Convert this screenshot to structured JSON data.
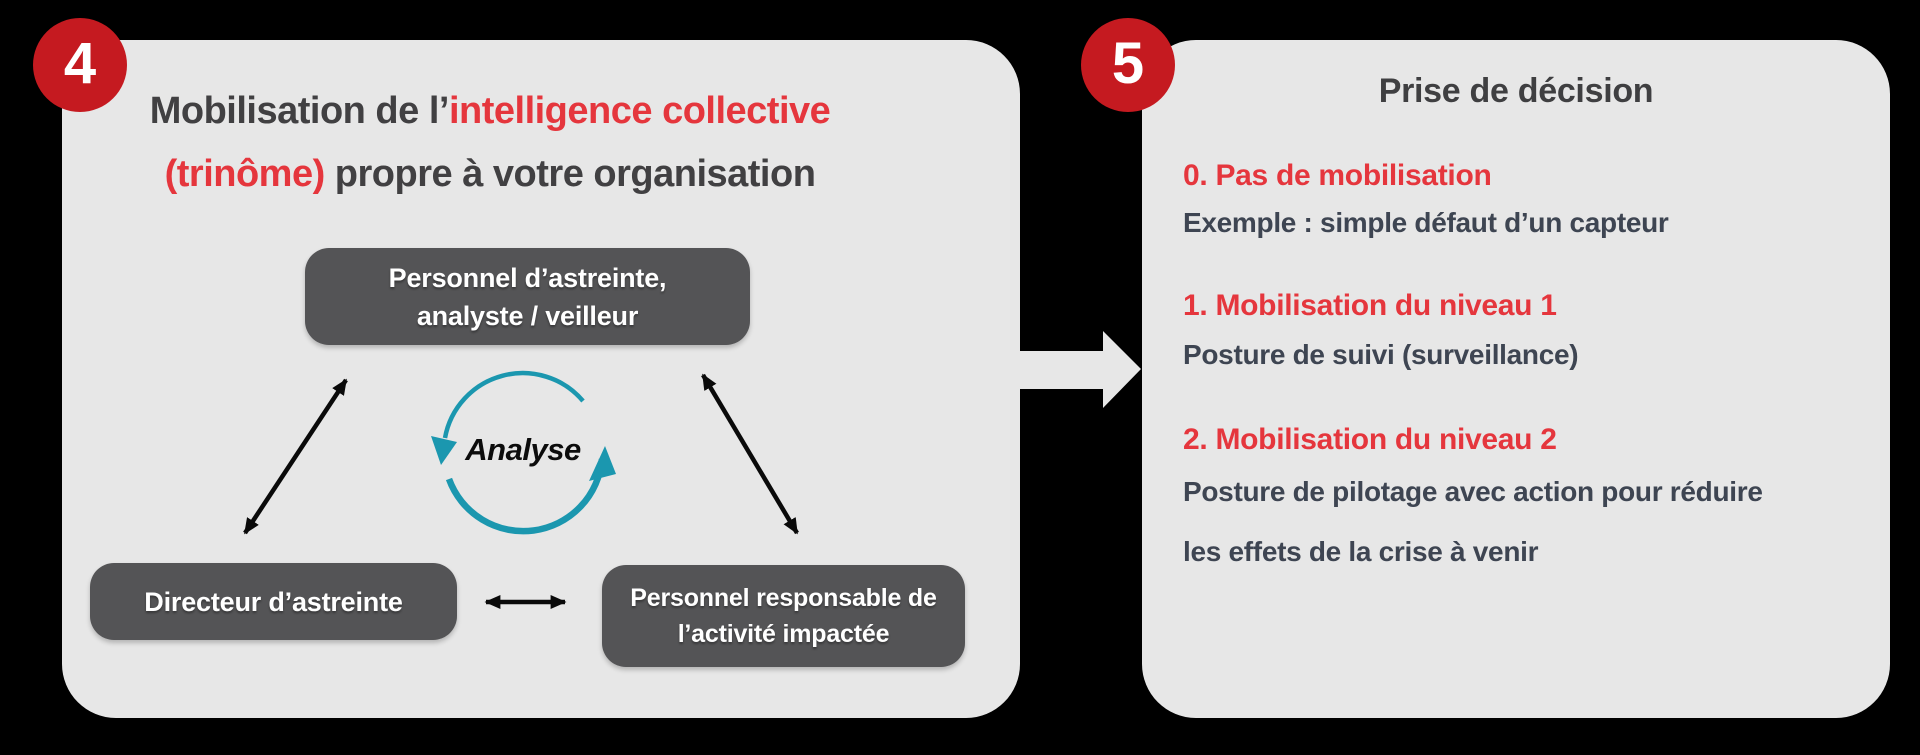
{
  "colors": {
    "background": "#000000",
    "panel_bg": "#e7e7e7",
    "badge_red": "#c51a20",
    "accent_red": "#e5363d",
    "title_gray": "#414042",
    "body_slate": "#3e4552",
    "node_gray": "#545456",
    "cycle_teal": "#1b97af",
    "arrow_black": "#0a0a0a"
  },
  "left_panel": {
    "badge": "4",
    "title": {
      "line1_dark": "Mobilisation de l’",
      "line1_red": "intelligence collective",
      "line2_red": "(trinôme)",
      "line2_dark": " propre à votre organisation"
    },
    "nodes": {
      "top": {
        "line1": "Personnel d’astreinte,",
        "line2": "analyste / veilleur"
      },
      "bottom_left": {
        "line1": "Directeur d’astreinte"
      },
      "bottom_right": {
        "line1": "Personnel responsable de",
        "line2": "l’activité impactée"
      }
    },
    "cycle_label": "Analyse"
  },
  "right_panel": {
    "badge": "5",
    "title": "Prise de décision",
    "items": [
      {
        "heading": "0. Pas de mobilisation",
        "body": "Exemple : simple défaut d’un capteur"
      },
      {
        "heading": "1. Mobilisation du niveau 1",
        "body": "Posture de suivi (surveillance)"
      },
      {
        "heading": "2. Mobilisation du niveau 2",
        "body": "Posture de pilotage avec action pour réduire les effets de la crise à venir"
      }
    ]
  }
}
